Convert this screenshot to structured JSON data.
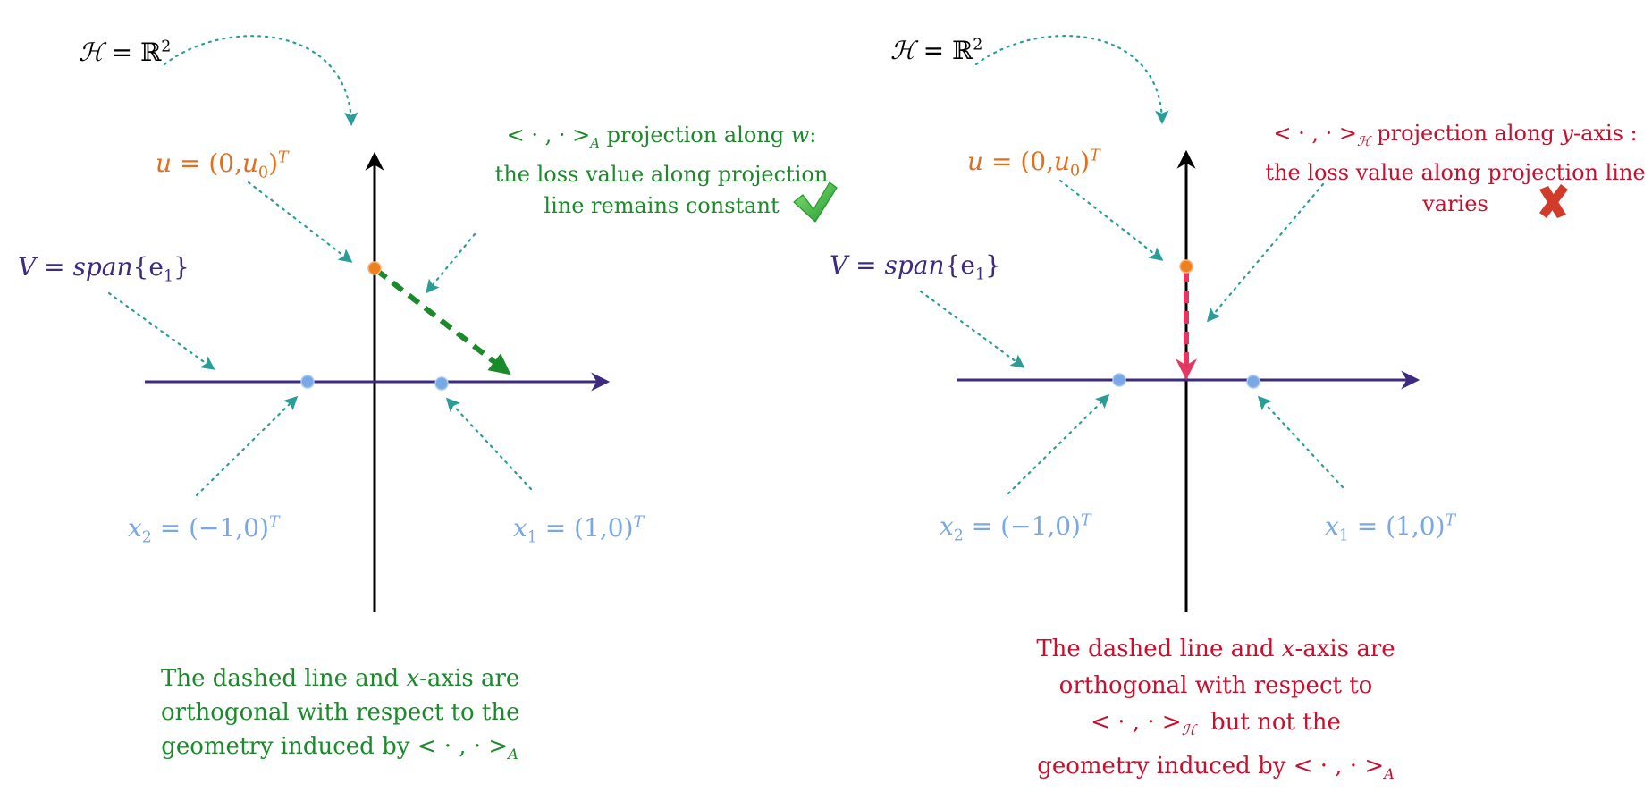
{
  "colors": {
    "axis": "#000000",
    "subspace": "#3e2b80",
    "u": "#e07020",
    "x": "#7aa8e6",
    "pointer": "#2a9d96",
    "good": "#1b8a2b",
    "bad": "#c8102e",
    "proj_bad": "#e33862"
  },
  "left": {
    "hilbert": {
      "lhs": "ℋ",
      "eq": "=",
      "rhs": "ℝ",
      "sup": "2"
    },
    "u_label": {
      "name": "u",
      "eq": "=",
      "val": "(0,",
      "sub_var": "u",
      "sub": "0",
      "close": ")",
      "sup": "T"
    },
    "v_label": {
      "name": "V",
      "eq": "=",
      "span": "span",
      "arg": "{e",
      "sub": "1",
      "close": "}"
    },
    "x2_label": {
      "name": "x",
      "sub": "2",
      "eq": "=",
      "val": "(−1,0)",
      "sup": "T"
    },
    "x1_label": {
      "name": "x",
      "sub": "1",
      "eq": "=",
      "val": "(1,0)",
      "sup": "T"
    },
    "projection_note": {
      "ip": "< · , · >",
      "ip_sub": "A",
      "line1_rest": " projection along ",
      "line1_var": "w",
      "line1_end": ":",
      "line2": "the loss value along projection",
      "line3": "line remains constant"
    },
    "caption": {
      "line1_a": "The dashed line and ",
      "line1_var": "x",
      "line1_b": "-axis are",
      "line2": "orthogonal with respect to the",
      "line3": "geometry induced by ",
      "line3_ip": "< · , · >",
      "line3_sub": "A"
    },
    "status_icon": "check-mark-icon"
  },
  "right": {
    "hilbert": {
      "lhs": "ℋ",
      "eq": "=",
      "rhs": "ℝ",
      "sup": "2"
    },
    "u_label": {
      "name": "u",
      "eq": "=",
      "val": "(0,",
      "sub_var": "u",
      "sub": "0",
      "close": ")",
      "sup": "T"
    },
    "v_label": {
      "name": "V",
      "eq": "=",
      "span": "span",
      "arg": "{e",
      "sub": "1",
      "close": "}"
    },
    "x2_label": {
      "name": "x",
      "sub": "2",
      "eq": "=",
      "val": "(−1,0)",
      "sup": "T"
    },
    "x1_label": {
      "name": "x",
      "sub": "1",
      "eq": "=",
      "val": "(1,0)",
      "sup": "T"
    },
    "projection_note": {
      "ip": "< · , · >",
      "ip_sub": "ℋ",
      "line1_rest": " projection along ",
      "line1_var": "y",
      "line1_end": "-axis :",
      "line2": "the loss value along projection line",
      "line3": "varies"
    },
    "caption": {
      "line1_a": "The dashed line and ",
      "line1_var": "x",
      "line1_b": "-axis are",
      "line2": "orthogonal with respect to",
      "line3_ip": "< · , · >",
      "line3_sub": "ℋ",
      "line3_rest": "  but not the",
      "line4": "geometry induced by ",
      "line4_ip": "< · , · >",
      "line4_sub": "A"
    },
    "status_icon": "cross-mark-icon"
  }
}
